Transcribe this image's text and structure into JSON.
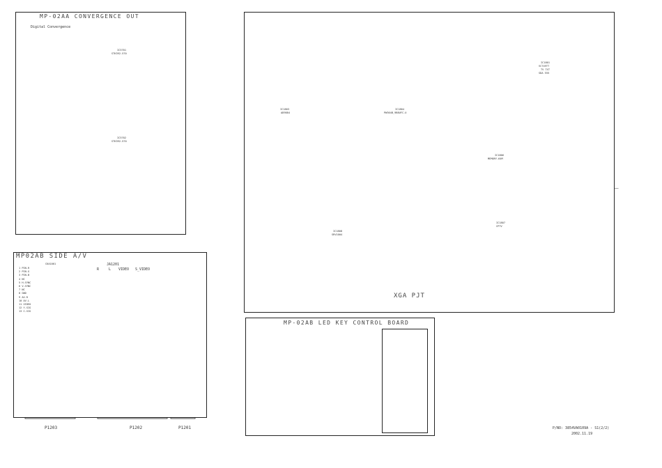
{
  "convergence": {
    "title": "MP-02AA CONVERGENCE OUT",
    "subtitle": "Digital Convergence",
    "ic1_ref": "IC5701",
    "ic1_part": "STK392-570",
    "ic2_ref": "IC5702",
    "ic2_part": "STK392-570"
  },
  "main": {
    "ic_vdp_ref": "IC1801",
    "ic_vdp_lines": [
      "VCT49TT",
      "TV TXT",
      "SDA 555"
    ],
    "ic_scaler_ref": "IC1804",
    "ic_scaler_part": "PW364B_9B8UFC-U",
    "ic_left_ref": "IC1803",
    "ic_left_part": "AD9884",
    "ic_mem_ref": "IC1806",
    "ic_mem_part": "MEMORY-64M",
    "ic_cpu_ref": "IC1807",
    "ic_cpu_part": "CPTV",
    "ic_small_ref": "IC1808",
    "ic_small_part": "SRV1004",
    "label": "XGA PJT"
  },
  "side_av": {
    "title": "MP02AB SIDE A/V",
    "jack_ref": "JA1201",
    "jack_labels": [
      "R",
      "L",
      "VIDEO",
      "S_VIDEO"
    ],
    "dsub_ref": "C6A1001",
    "pin_list": [
      "1 PIN-R",
      "2 PIN-G",
      "3 PIN-B",
      "4 NC",
      "5 H-SYNC",
      "6 V-SYNC",
      "7 NC",
      "8 GND",
      "9 AV-R",
      "10 AV-L",
      "11 VIDEO",
      "12 Y-SIG",
      "13 C-SIG"
    ],
    "conn1": "P1203",
    "conn2": "P1202",
    "conn3": "P1201"
  },
  "led_board": {
    "title": "MP-02AB LED KEY CONTROL BOARD"
  },
  "footer": {
    "pn": "P/NO: 3854VA0109A - S1(2/2)",
    "date": "2002.11.19"
  }
}
